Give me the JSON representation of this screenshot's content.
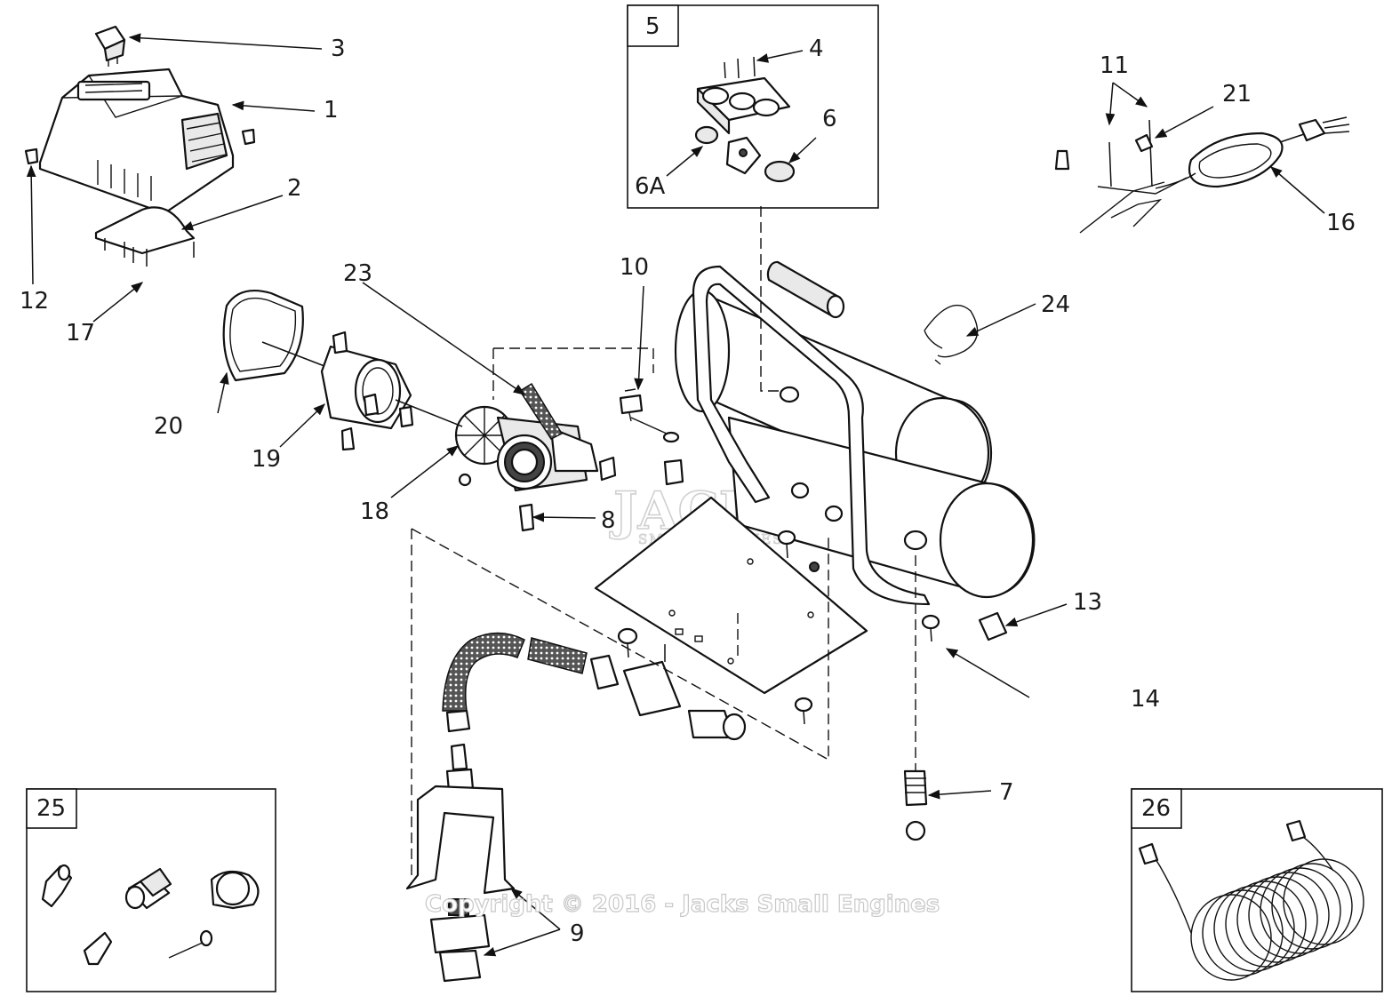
{
  "callouts": {
    "c1": "1",
    "c2": "2",
    "c3": "3",
    "c4": "4",
    "c5": "5",
    "c6": "6",
    "c6a": "6A",
    "c7": "7",
    "c8": "8",
    "c9": "9",
    "c10": "10",
    "c11": "11",
    "c12": "12",
    "c13": "13",
    "c14": "14",
    "c16": "16",
    "c17": "17",
    "c18": "18",
    "c19": "19",
    "c20": "20",
    "c21": "21",
    "c23": "23",
    "c24": "24",
    "c25": "25",
    "c26": "26"
  },
  "watermark": {
    "copyright": "Copyright © 2016 - Jacks Small Engines",
    "logo_main": "JACKS",
    "logo_sub": "SMALL ENGINES"
  }
}
